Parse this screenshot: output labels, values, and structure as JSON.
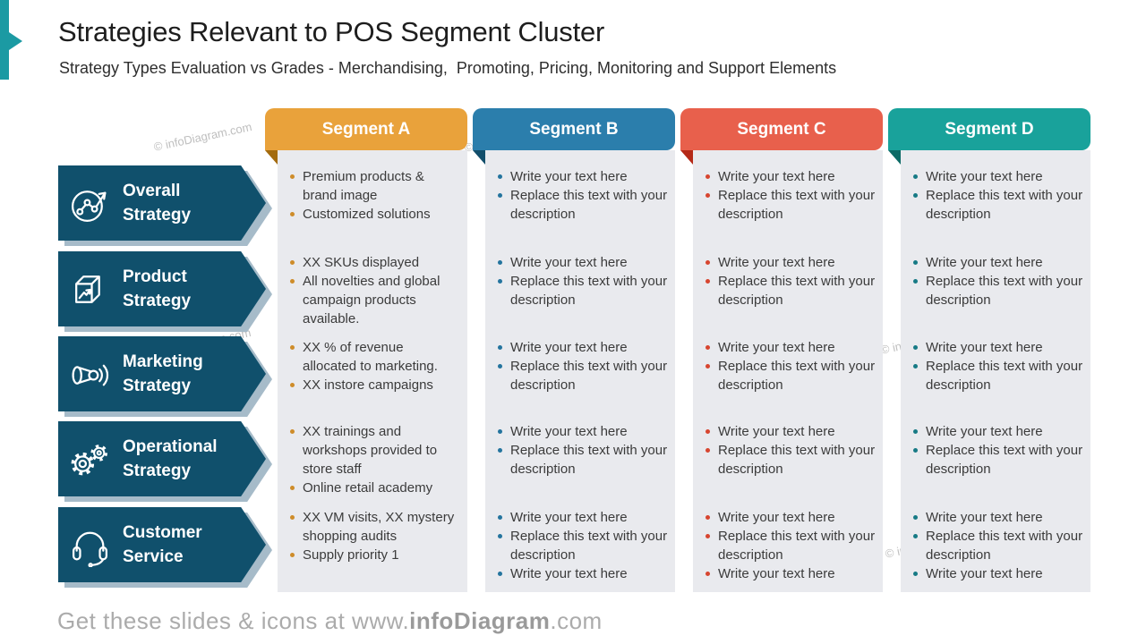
{
  "header": {
    "title": "Strategies Relevant to POS Segment Cluster",
    "subtitle": "Strategy Types Evaluation vs Grades - Merchandising,  Promoting, Pricing, Monitoring and Support Elements"
  },
  "accent_color": "#1B9AA3",
  "watermark_text": "© infoDiagram.com",
  "table": {
    "panel_color": "#E9EAEE",
    "text_color": "#3b3b3b",
    "row_arrow_color": "#10506C",
    "row_arrow_shadow_color": "#A6BBC9",
    "row_labels": [
      {
        "label": "Overall Strategy",
        "line1": "Overall",
        "line2": "Strategy",
        "icon": "line-chart-circle-icon"
      },
      {
        "label": "Product Strategy",
        "line1": "Product",
        "line2": "Strategy",
        "icon": "cube-growth-icon"
      },
      {
        "label": "Marketing Strategy",
        "line1": "Marketing",
        "line2": "Strategy",
        "icon": "megaphone-icon"
      },
      {
        "label": "Operational Strategy",
        "line1": "Operational",
        "line2": "Strategy",
        "icon": "gears-icon"
      },
      {
        "label": "Customer Service",
        "line1": "Customer",
        "line2": "Service",
        "icon": "headset-icon"
      }
    ],
    "columns": [
      {
        "header": "Segment A",
        "color": "#E9A23B",
        "fold_color": "#A36B0F",
        "bullet_color": "#CE8C29",
        "rows": [
          [
            "Premium products & brand image",
            "Customized solutions"
          ],
          [
            "XX SKUs displayed",
            "All novelties and global campaign products available."
          ],
          [
            "XX % of revenue allocated to marketing.",
            "XX instore campaigns"
          ],
          [
            "XX trainings and workshops provided to store staff",
            "Online retail academy"
          ],
          [
            "XX VM visits, XX mystery shopping audits",
            "Supply priority 1"
          ]
        ]
      },
      {
        "header": "Segment B",
        "color": "#2B7EAC",
        "fold_color": "#124E6B",
        "bullet_color": "#24749E",
        "rows": [
          [
            "Write your text here",
            "Replace this text with your description"
          ],
          [
            "Write your text here",
            "Replace this text with your description"
          ],
          [
            "Write your text here",
            "Replace this text with your description"
          ],
          [
            "Write your text here",
            "Replace this text with your description"
          ],
          [
            "Write your text here",
            "Replace this text with your description",
            "Write your text here"
          ]
        ]
      },
      {
        "header": "Segment C",
        "color": "#E8604C",
        "fold_color": "#B52A18",
        "bullet_color": "#D7452F",
        "rows": [
          [
            "Write your text here",
            "Replace this text with your description"
          ],
          [
            "Write your text here",
            "Replace this text with your description"
          ],
          [
            "Write your text here",
            "Replace this text with your description"
          ],
          [
            "Write your text here",
            "Replace this text with your description"
          ],
          [
            "Write your text here",
            "Replace this text with your description",
            "Write your text here"
          ]
        ]
      },
      {
        "header": "Segment D",
        "color": "#19A29B",
        "fold_color": "#0D6B66",
        "bullet_color": "#177A85",
        "rows": [
          [
            "Write your text here",
            "Replace this text with your description"
          ],
          [
            "Write your text here",
            "Replace this text with your description"
          ],
          [
            "Write your text here",
            "Replace this text with your description"
          ],
          [
            "Write your text here",
            "Replace this text with your description"
          ],
          [
            "Write your text here",
            "Replace this text with your description",
            "Write your text here"
          ]
        ]
      }
    ]
  },
  "footer": {
    "prefix": "Get these slides & icons at www.",
    "brand": "infoDiagram",
    "suffix": ".com"
  }
}
